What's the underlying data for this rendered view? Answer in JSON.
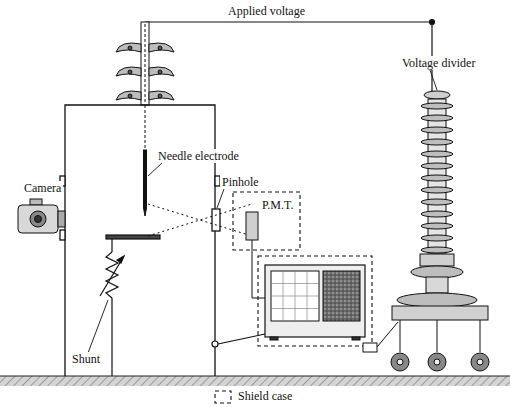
{
  "diagram": {
    "labels": [
      "Applied voltage",
      "Voltage divider",
      "Camera",
      "Needle electrode",
      "Pinhole",
      "P.M.T.",
      "Shunt"
    ],
    "legend": [
      {
        "text": "Shield case"
      }
    ]
  }
}
